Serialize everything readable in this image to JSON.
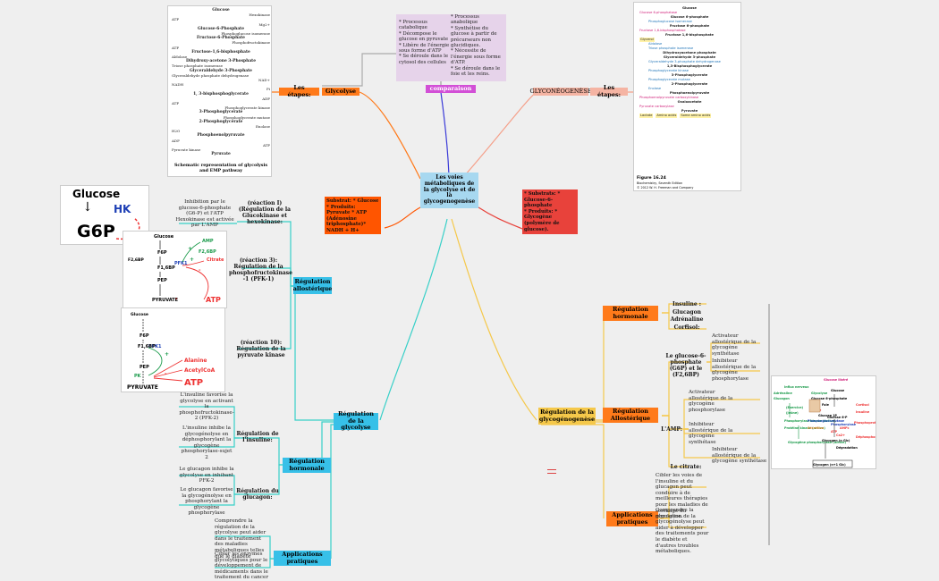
{
  "center": {
    "label": "Les voies métaboliques de la glycolyse et de la glycogenogenèse"
  },
  "comparison": {
    "label": "comparaison",
    "catabolic": "* Processus catabolique\n* Décompose le glucose en pyruvate\n* Libère de l'énergie sous forme d'ATP\n* Se déroule dans le cytosol des cellules",
    "anabolic": "* Processus anabolique\n* Synthétise du glucose à partir de précurseurs non glucidiques.\n* Nécessite de l'énergie sous forme d'ATP.\n* Se déroule dans le foie et les reins."
  },
  "glycolyse": {
    "label": "Glycolyse",
    "steps_label": "Les étapes:",
    "substrate": "Substrat: * Glucose\n* Produits: Pyruvate * ATP (Adénosine triphosphate)* NADH + H+"
  },
  "gng": {
    "label": "GLYCONÉOGENÈSE",
    "steps_label": "Les étapes:",
    "substrate": "* Substrats: * Glucose-6-phosphate\n* Produits: * Glycogène (polymère de glucose)."
  },
  "reg_glycolyse": {
    "label": "Régulation de la glycolyse",
    "allosteric": {
      "label": "Régulation allostérique",
      "r1": "(réaction I) (Régulation de la Glucokinase et hexokinase:",
      "r1_text": "Inhibition par le glucose-6-phosphate (G6-P) et l'ATP\nHexokinase est activée par L'AMP",
      "r3": "(réaction 3): Régulation de la phosphofructokinase -1 (PFK-1)",
      "r10": "(réaction 10): Régulation de la pyruvate kinase"
    },
    "hormonal": {
      "label": "Régulation hormonale",
      "insulin_label": "Régulation de l'insuline:",
      "insulin_1": "L'insuline favorise la glycolyse en activant la phosphofructokinase-2 (PFK-2)",
      "insulin_2": "L'insuline inhibe la glycogénolyse en déphosphorylant la glycogène phosphorylase-sujet 2",
      "glucagon_label": "Régulation du glucagon:",
      "glucagon_1": "Le glucagon inhibe la glycolyse en inhibant PFK-2",
      "glucagon_2": "Le glucagon favorise la glycogénolyse en phosphorylant la glycogène phosphorylase"
    },
    "applications": {
      "label": "Applications pratiques",
      "a1": "Comprendre la régulation de la glycolyse peut aider dans le traitement des maladies métaboliques telles que le diabète",
      "a2": "Cibler les enzymes glycolytiques pour le développement de médicaments dans le traitement du cancer"
    }
  },
  "reg_gng": {
    "label": "Régulation de la glycogénogenèse",
    "hormonal": {
      "label": "Régulation hormonale",
      "insulin": "Insuline :",
      "glucagon": "Glucagon",
      "adrenaline": "Adrénaline :",
      "cortisol": "Cortisol:"
    },
    "allosteric": {
      "label": "Régulation Allostérique",
      "g6p": "Le glucose-6-phosphate (G6P) et le (F2,6BP)",
      "g6p_1": "Activateur allostérique de la glycogène synthétase",
      "g6p_2": "Inhibiteur allostérique de la glycogène phosphorylase",
      "amp": "L'AMP:",
      "amp_1": "Activateur allostérique de la glycogène phosphorylase",
      "amp_2": "Inhibiteur allostérique de la glycogène synthétase",
      "amp_3": "Inhibiteur allostérique de la glycogène synthétase",
      "citrate": "Le citrate:"
    },
    "applications": {
      "label": "Applications pratiques",
      "a1": "Cibler les voies de l'insuline et du glucagon peut conduire à de meilleures thérapies pour les maladies de stockage du glycogène.",
      "a2": "Comprendre la régulation de la glycogénolyse peut aider à développer des traitements pour le diabète et d'autres troubles métaboliques."
    }
  },
  "images": {
    "glycolysis_pathway": {
      "items": [
        "Glucose",
        "Hexokinase",
        "ATP",
        "Mg2+",
        "Glucose-6-Phosphate",
        "Phosphoglucose isomerase",
        "Fructose-6-Phosphate",
        "Phosphofructokinase",
        "ATP",
        "Fructose-1,6-bisphosphate",
        "Aldolase",
        "Dihydroxy-acetone 3-Phosphate",
        "Triose phosphate isomerase",
        "Glyceraldehyde 3-Phosphate",
        "Glyceraldehyde phosphate dehydrogenase",
        "NAD+",
        "NADH",
        "Pi",
        "1, 3-bisphosphoglycerate",
        "ADP",
        "ATP",
        "Phosphoglycerate kinase",
        "3-Phosphoglycerate",
        "Phosphoglycerate mutase",
        "2-Phosphoglycerate",
        "Enolase",
        "H2O",
        "Phosphoenolpyruvate",
        "ADP",
        "ATP",
        "Pyruvate kinase",
        "Pyruvate"
      ],
      "caption": "Schematic representation of glycolysis and EMP pathway"
    },
    "gng_pathway": {
      "items": [
        "Glucose",
        "Glucose 6-phosphatase",
        "Glucose 6-phosphate",
        "Phosphoglucose isomerase",
        "Fructose 6-phosphate",
        "Fructose 1,6-bisphosphatase",
        "Fructose 1,6-bisphosphate",
        "Glycerol",
        "Aldolase",
        "Triose phosphate isomerase",
        "Dihydroxyacetone phosphate",
        "Glyceraldehyde 3-phosphate",
        "Glyceraldehyde 3-phosphate dehydrogenase",
        "1,3-Bisphosphoglycerate",
        "Phosphoglycerate kinase",
        "3-Phosphoglycerate",
        "Phosphoglycerate mutase",
        "2-Phosphoglycerate",
        "Enolase",
        "Phosphoenolpyruvate",
        "Phosphoenolpyruvate carboxykinase",
        "Oxaloacetate",
        "Pyruvate carboxylase",
        "Pyruvate",
        "Lactate",
        "Amino acids",
        "Some amino acids"
      ],
      "caption": "Figure 16.24",
      "credit": "Biochemistry, Seventh Edition",
      "copyright": "© 2012 W. H. Freeman and Company"
    },
    "hk": {
      "top": "Glucose",
      "enzyme": "HK",
      "bottom": "G6P"
    },
    "pfk": {
      "items": [
        "Glucose",
        "F6P",
        "PFK1",
        "F1,6BP",
        "F2,6BP",
        "PEP",
        "PYRUVATE",
        "AMP",
        "F2,6BP",
        "Citrate",
        "ATP",
        "+",
        "+",
        "-",
        "-"
      ]
    },
    "pk": {
      "items": [
        "Glucose",
        "F6P",
        "PFK1",
        "F1,6BP",
        "PEP",
        "PK",
        "PYRUVATE",
        "Alanine",
        "AcetylCoA",
        "ATP",
        "+",
        "-"
      ]
    },
    "glycogen_map": {
      "items": [
        "Influx nerveux",
        "Adrénaline",
        "Glucagon",
        "(Exercice)",
        "(jeûne)",
        "Phosphorylase kinase (active)",
        "Protéine kinase (active)",
        "Glycogène phosphorylase (active)",
        "Glucose libéré",
        "Glycolyse",
        "Glucose 6-phosphate",
        "Glucose",
        "Muscle",
        "Foie",
        "Glucose 1P",
        "Phosphoglucomutase",
        "Glucose 6-P",
        "Phosphorylase",
        "Glycogen (n Glc)",
        "Glycogen (n+1 Glc)",
        "Dégradation",
        "Sécrétion",
        "ATP",
        "AMPc",
        "Ca2+",
        "Cortisol",
        "Insuline",
        "Phosphoprotéine phosphatase (activée)",
        "Déphosphorylation"
      ]
    }
  },
  "colors": {
    "center_fill": "#a7d8f0",
    "orange": "#ff7a1a",
    "orange_dark": "#ff5500",
    "red": "#e8423b",
    "cyan": "#37c0e8",
    "lilac": "#e6d3ea",
    "magenta": "#d24fd6",
    "salmon": "#f5b4a3"
  }
}
